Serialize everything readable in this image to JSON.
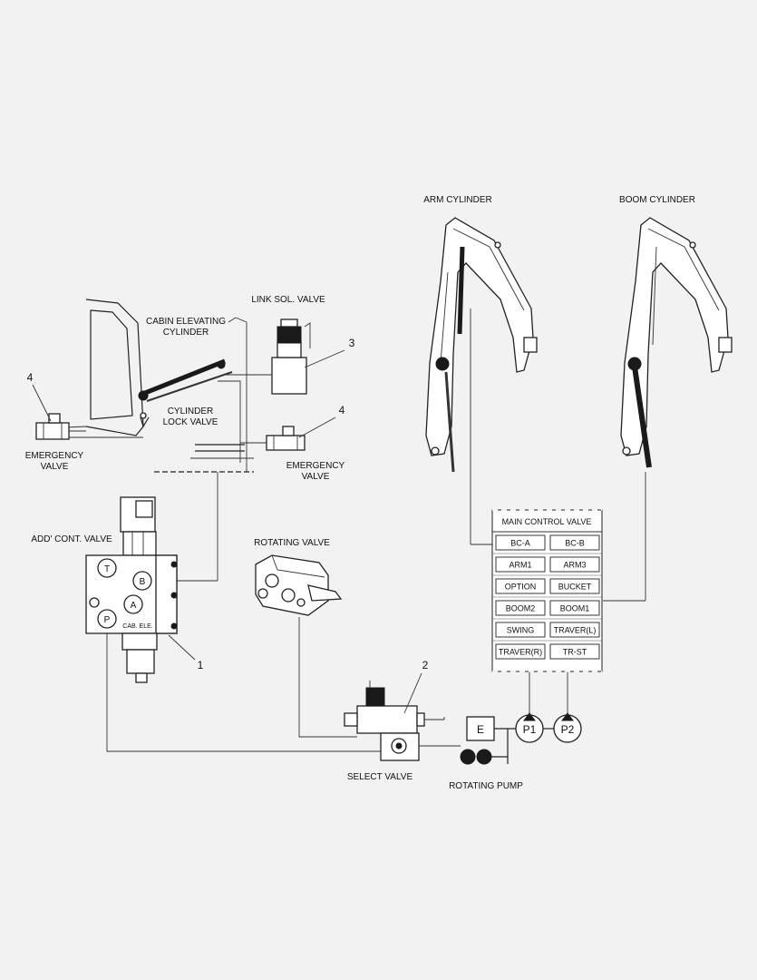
{
  "labels": {
    "arm_cylinder": "ARM CYLINDER",
    "boom_cylinder": "BOOM CYLINDER",
    "link_sol_valve": "LINK SOL. VALVE",
    "cabin_elevating_1": "CABIN ELEVATING",
    "cabin_elevating_2": "CYLINDER",
    "cylinder_lock_1": "CYLINDER",
    "cylinder_lock_2": "LOCK VALVE",
    "emergency_left_1": "EMERGENCY",
    "emergency_left_2": "VALVE",
    "emergency_right_1": "EMERGENCY",
    "emergency_right_2": "VALVE",
    "add_cont_valve": "ADD' CONT. VALVE",
    "rotating_valve": "ROTATING VALVE",
    "select_valve": "SELECT VALVE",
    "rotating_pump": "ROTATING PUMP",
    "engine": "E",
    "pump1": "P1",
    "pump2": "P2",
    "valve_port_t": "T",
    "valve_port_b": "B",
    "valve_port_a": "A",
    "valve_port_p": "P",
    "valve_plate": "CAB. ELE."
  },
  "callouts": {
    "n1": "1",
    "n2": "2",
    "n3": "3",
    "n4_left": "4",
    "n4_right": "4"
  },
  "main_control_valve": {
    "title": "MAIN CONTROL VALVE",
    "rows": [
      [
        "BC-A",
        "BC-B"
      ],
      [
        "ARM1",
        "ARM3"
      ],
      [
        "OPTION",
        "BUCKET"
      ],
      [
        "BOOM2",
        "BOOM1"
      ],
      [
        "SWING",
        "TRAVER(L)"
      ],
      [
        "TRAVER(R)",
        "TR-ST"
      ]
    ]
  }
}
